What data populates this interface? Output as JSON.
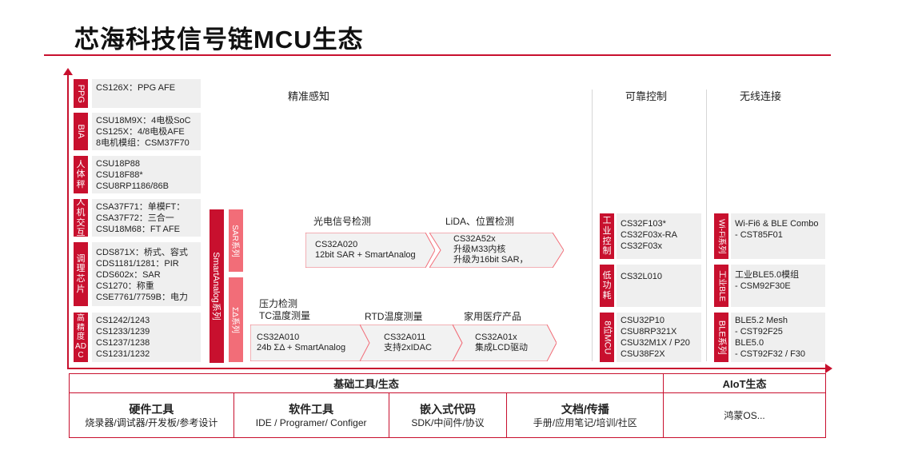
{
  "title": "芯海科技信号链MCU生态",
  "sections": {
    "sensing": "精准感知",
    "control": "可靠控制",
    "wireless": "无线连接"
  },
  "left_rows": [
    {
      "tab": "PPG",
      "lines": [
        "CS126X：PPG AFE"
      ]
    },
    {
      "tab": "BIA",
      "lines": [
        "CSU18M9X：4电极SoC",
        "CS125X：4/8电极AFE",
        "8电机模组：CSM37F70"
      ]
    },
    {
      "tab": "人体秤",
      "lines": [
        "CSU18P88",
        "CSU18F88*",
        "CSU8RP1186/86B"
      ]
    },
    {
      "tab": "人机交互",
      "lines": [
        "CSA37F71：单模FT：",
        "CSA37F72：三合一",
        "CSU18M68：FT AFE"
      ]
    },
    {
      "tab": "调理芯片",
      "lines": [
        "CDS871X：桥式、容式",
        "CDS1181/1281：PIR",
        "CDS602x：SAR",
        "CS1270：称重",
        "CSE7761/7759B：电力"
      ]
    },
    {
      "tab": "高精度ADC",
      "lines": [
        "CS1242/1243",
        "CS1233/1239",
        "CS1237/1238",
        "CS1231/1232"
      ]
    }
  ],
  "smartanalog": {
    "main": "SmartAnalog系列",
    "sar": "SAR系列",
    "sd": "ΣΔ系列"
  },
  "upper_flow": {
    "labels": [
      "光电信号检测",
      "LiDA、位置检测"
    ],
    "boxes": [
      {
        "lines": [
          "CS32A020",
          "12bit SAR + SmartAnalog"
        ]
      },
      {
        "lines": [
          "CS32A52x",
          "升级M33内核",
          "升级为16bit SAR，"
        ]
      }
    ]
  },
  "lower_flow": {
    "labels": [
      "压力检测",
      "TC温度测量",
      "RTD温度测量",
      "家用医疗产品"
    ],
    "boxes": [
      {
        "lines": [
          "CS32A010",
          "24b ΣΔ + SmartAnalog"
        ]
      },
      {
        "lines": [
          "CS32A011",
          "支持2xIDAC"
        ]
      },
      {
        "lines": [
          "CS32A01x",
          "集成LCD驱动"
        ]
      }
    ]
  },
  "control_rows": [
    {
      "tab": "工业控制",
      "lines": [
        "CS32F103*",
        "CS32F03x-RA",
        "CS32F03x"
      ]
    },
    {
      "tab": "低功耗",
      "lines": [
        "CS32L010"
      ]
    },
    {
      "tab": "8位MCU",
      "lines": [
        "CSU32P10",
        "CSU8RP321X",
        "CSU32M1X / P20",
        "CSU38F2X"
      ]
    }
  ],
  "wireless_rows": [
    {
      "tab": "Wi-Fi系列",
      "lines": [
        "Wi-Fi6 & BLE Combo",
        "- CST85F01"
      ]
    },
    {
      "tab": "工业BLE",
      "lines": [
        "工业BLE5.0模组",
        "- CSM92F30E"
      ]
    },
    {
      "tab": "BLE系列",
      "lines": [
        "BLE5.2 Mesh",
        "- CST92F25",
        "BLE5.0",
        "- CST92F32 / F30"
      ]
    }
  ],
  "base": {
    "header_left": "基础工具/生态",
    "header_right": "AIoT生态",
    "cells": [
      {
        "title": "硬件工具",
        "sub": "烧录器/调试器/开发板/参考设计"
      },
      {
        "title": "软件工具",
        "sub": "IDE / Programer/ Configer"
      },
      {
        "title": "嵌入式代码",
        "sub": "SDK/中间件/协议"
      },
      {
        "title": "文档/传播",
        "sub": "手册/应用笔记/培训/社区"
      }
    ],
    "aiot": "鸿蒙OS..."
  },
  "colors": {
    "accent": "#c8102e",
    "light_accent": "#f26d78",
    "panel": "#efefef"
  }
}
